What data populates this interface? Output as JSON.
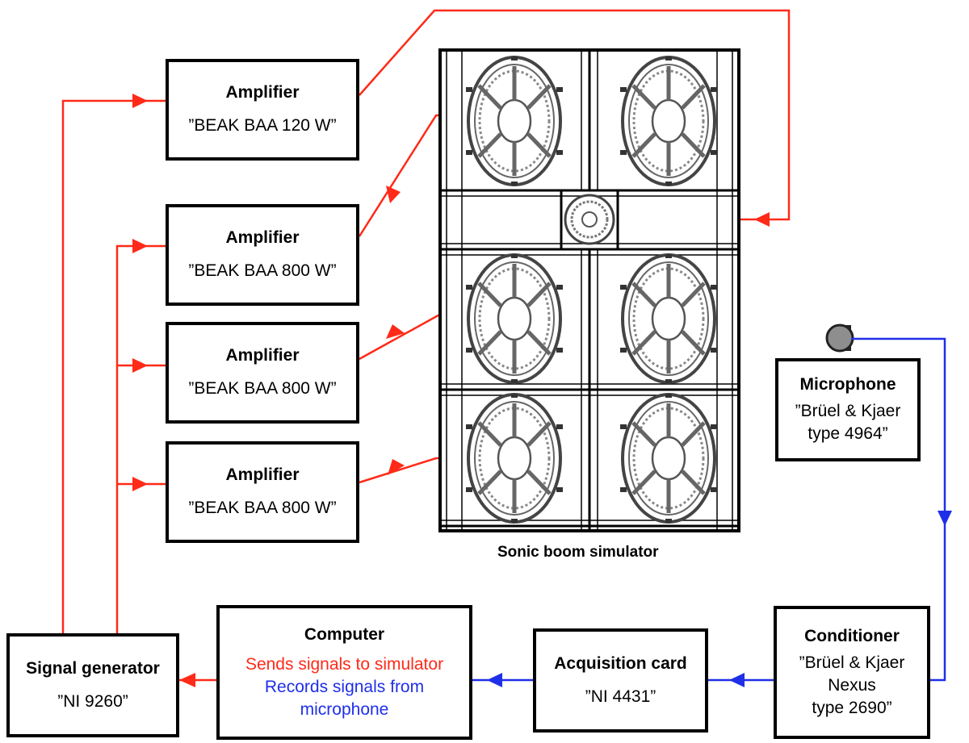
{
  "amplifiers": [
    {
      "title": "Amplifier",
      "model": "”BEAK BAA 120 W”"
    },
    {
      "title": "Amplifier",
      "model": "”BEAK BAA 800 W”"
    },
    {
      "title": "Amplifier",
      "model": "”BEAK BAA 800 W”"
    },
    {
      "title": "Amplifier",
      "model": "”BEAK BAA 800 W”"
    }
  ],
  "simulator": {
    "caption": "Sonic boom simulator"
  },
  "microphone": {
    "title": "Microphone",
    "model": "”Brüel & Kjaer\ntype 4964”"
  },
  "conditioner": {
    "title": "Conditioner",
    "model": "”Brüel & Kjaer\nNexus\ntype 2690”"
  },
  "acquisition": {
    "title": "Acquisition card",
    "model": "”NI 4431”"
  },
  "computer": {
    "title": "Computer",
    "sends": "Sends signals to simulator",
    "records": "Records signals from\nmicrophone"
  },
  "generator": {
    "title": "Signal generator",
    "model": "”NI 9260”"
  },
  "colors": {
    "signal_out": "#ff2a18",
    "signal_in": "#1f2fe8",
    "frame": "#000000",
    "speaker": "#555555"
  }
}
